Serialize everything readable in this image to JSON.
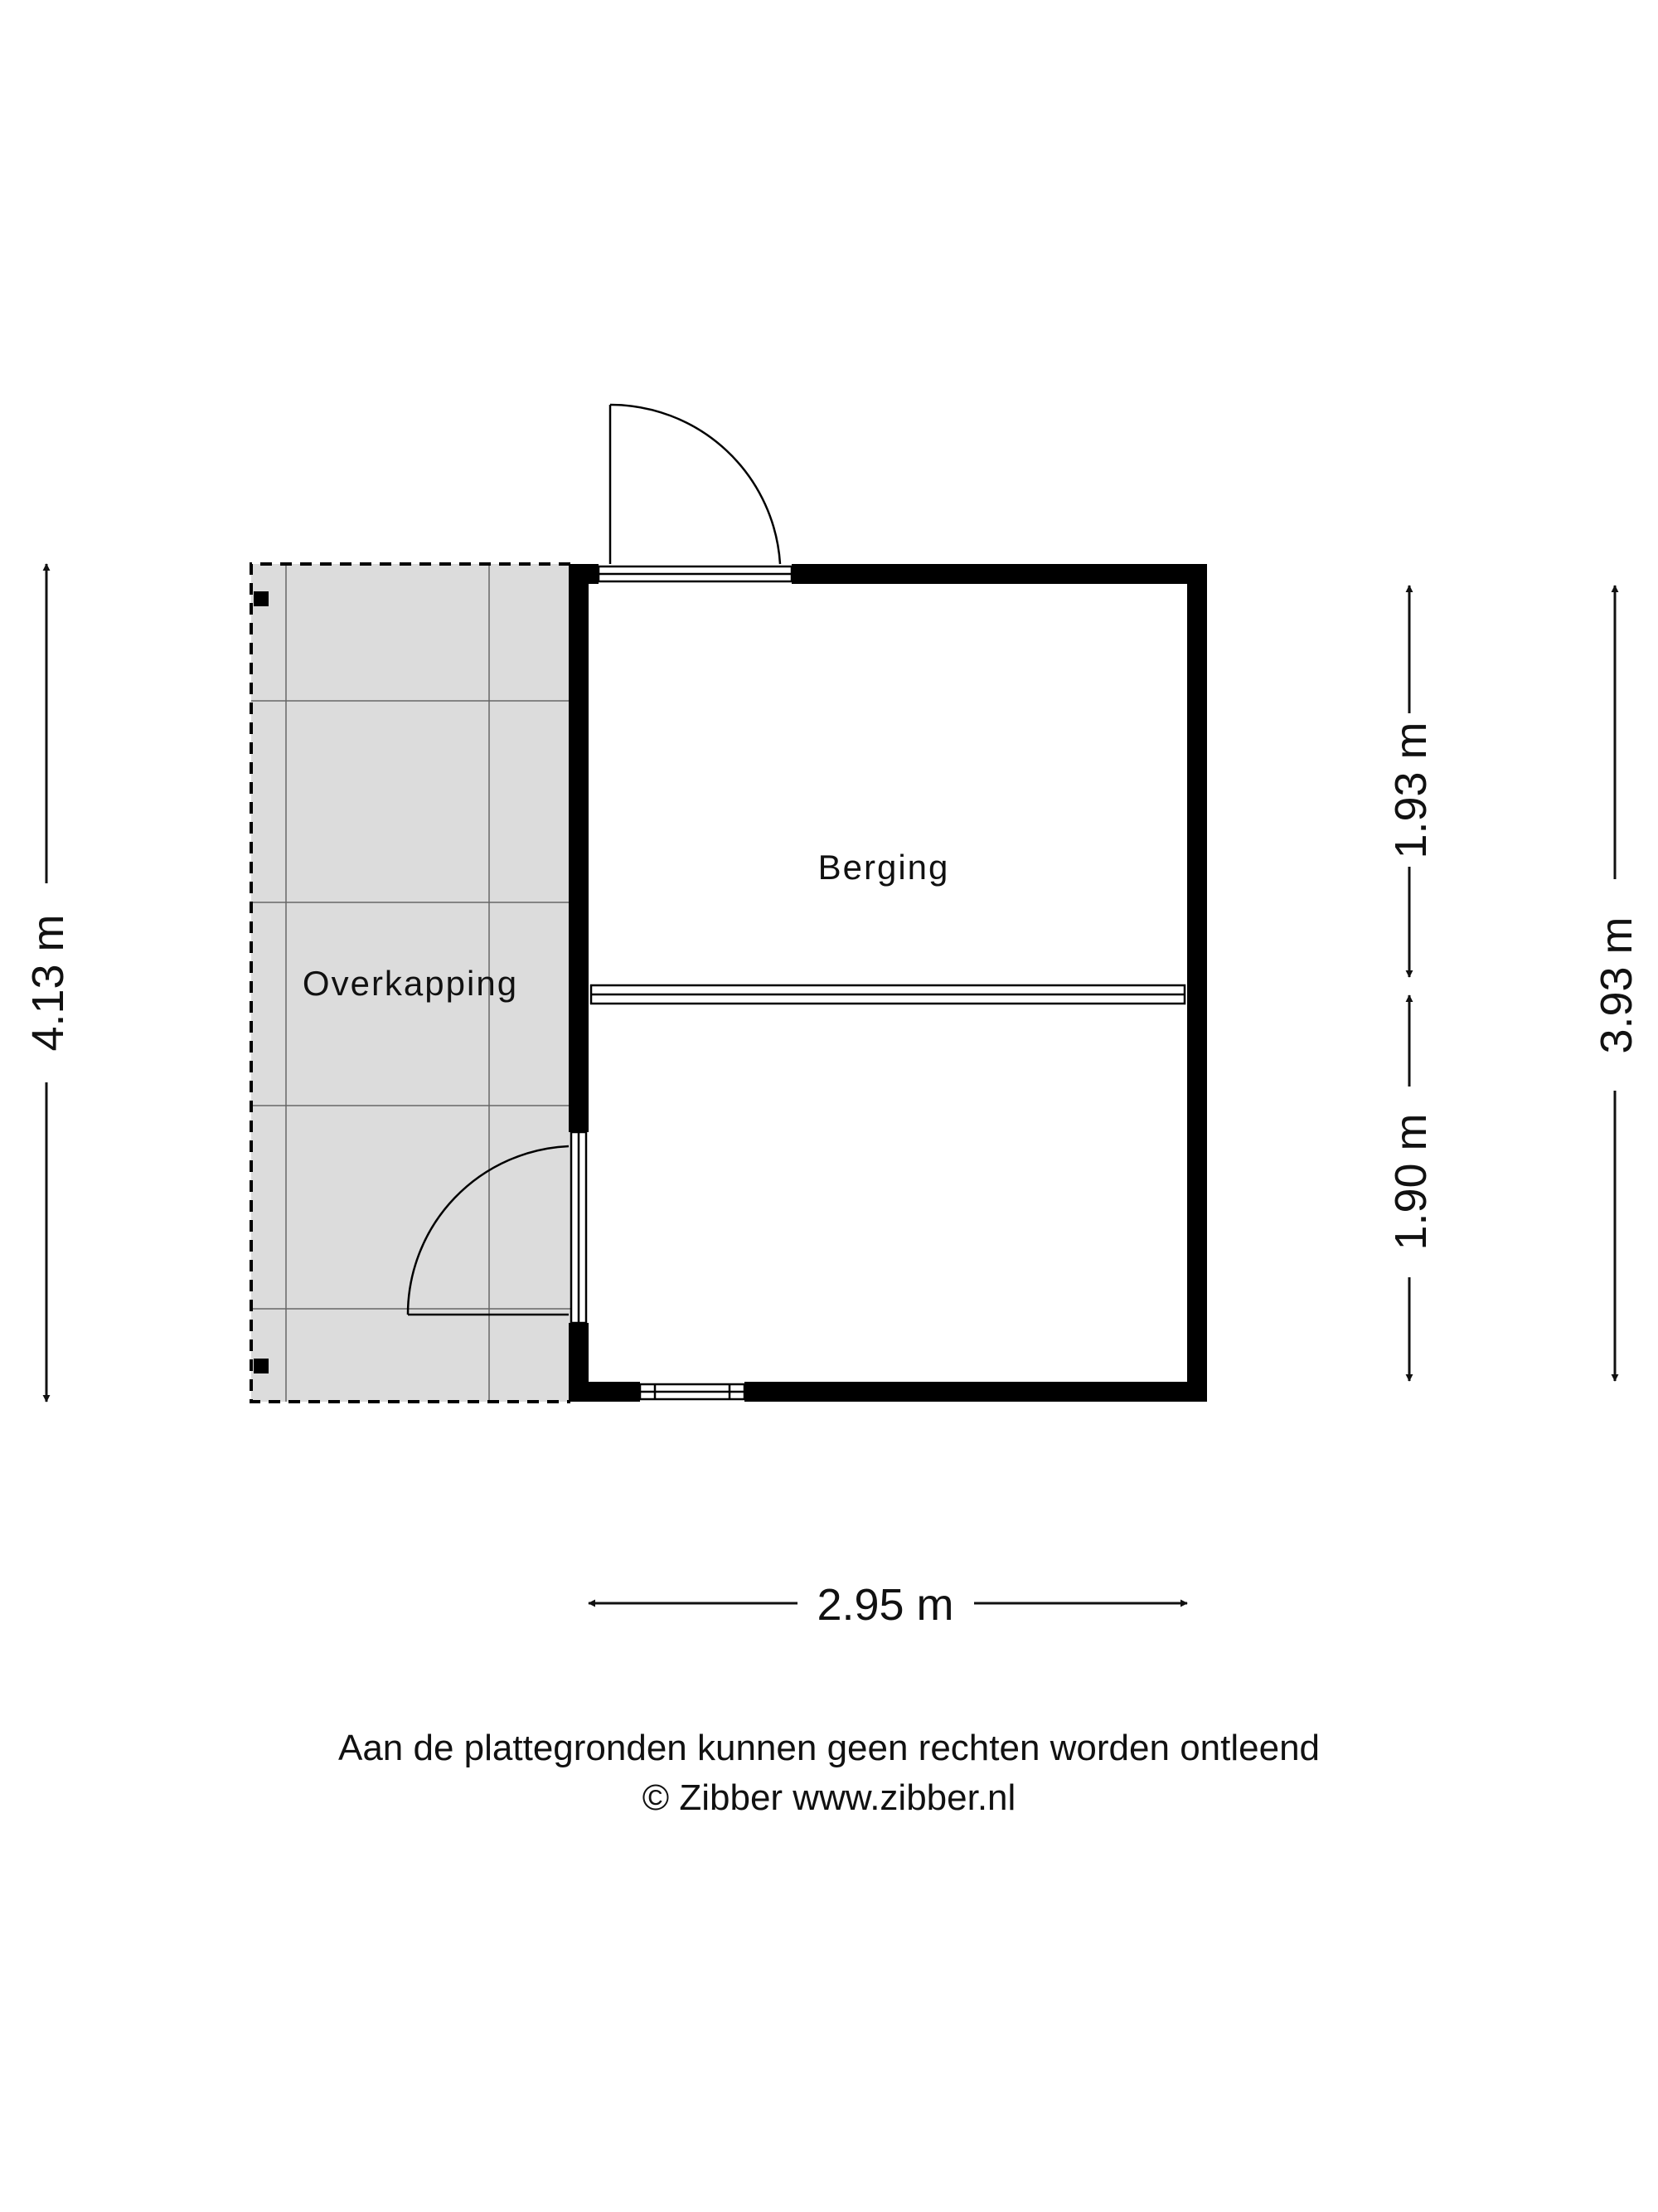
{
  "rooms": {
    "berging": "Berging",
    "overkapping": "Overkapping"
  },
  "dimensions": {
    "total_height_left": "4.13 m",
    "upper_height_right": "1.93 m",
    "lower_height_right": "1.90 m",
    "total_height_right": "3.93 m",
    "width_bottom": "2.95 m"
  },
  "footer": {
    "disclaimer": "Aan de plattegronden kunnen geen rechten worden ontleend",
    "copyright": "© Zibber www.zibber.nl"
  },
  "colors": {
    "wall": "#000000",
    "overkapping_fill": "#dcdcdc",
    "line": "#111111"
  }
}
